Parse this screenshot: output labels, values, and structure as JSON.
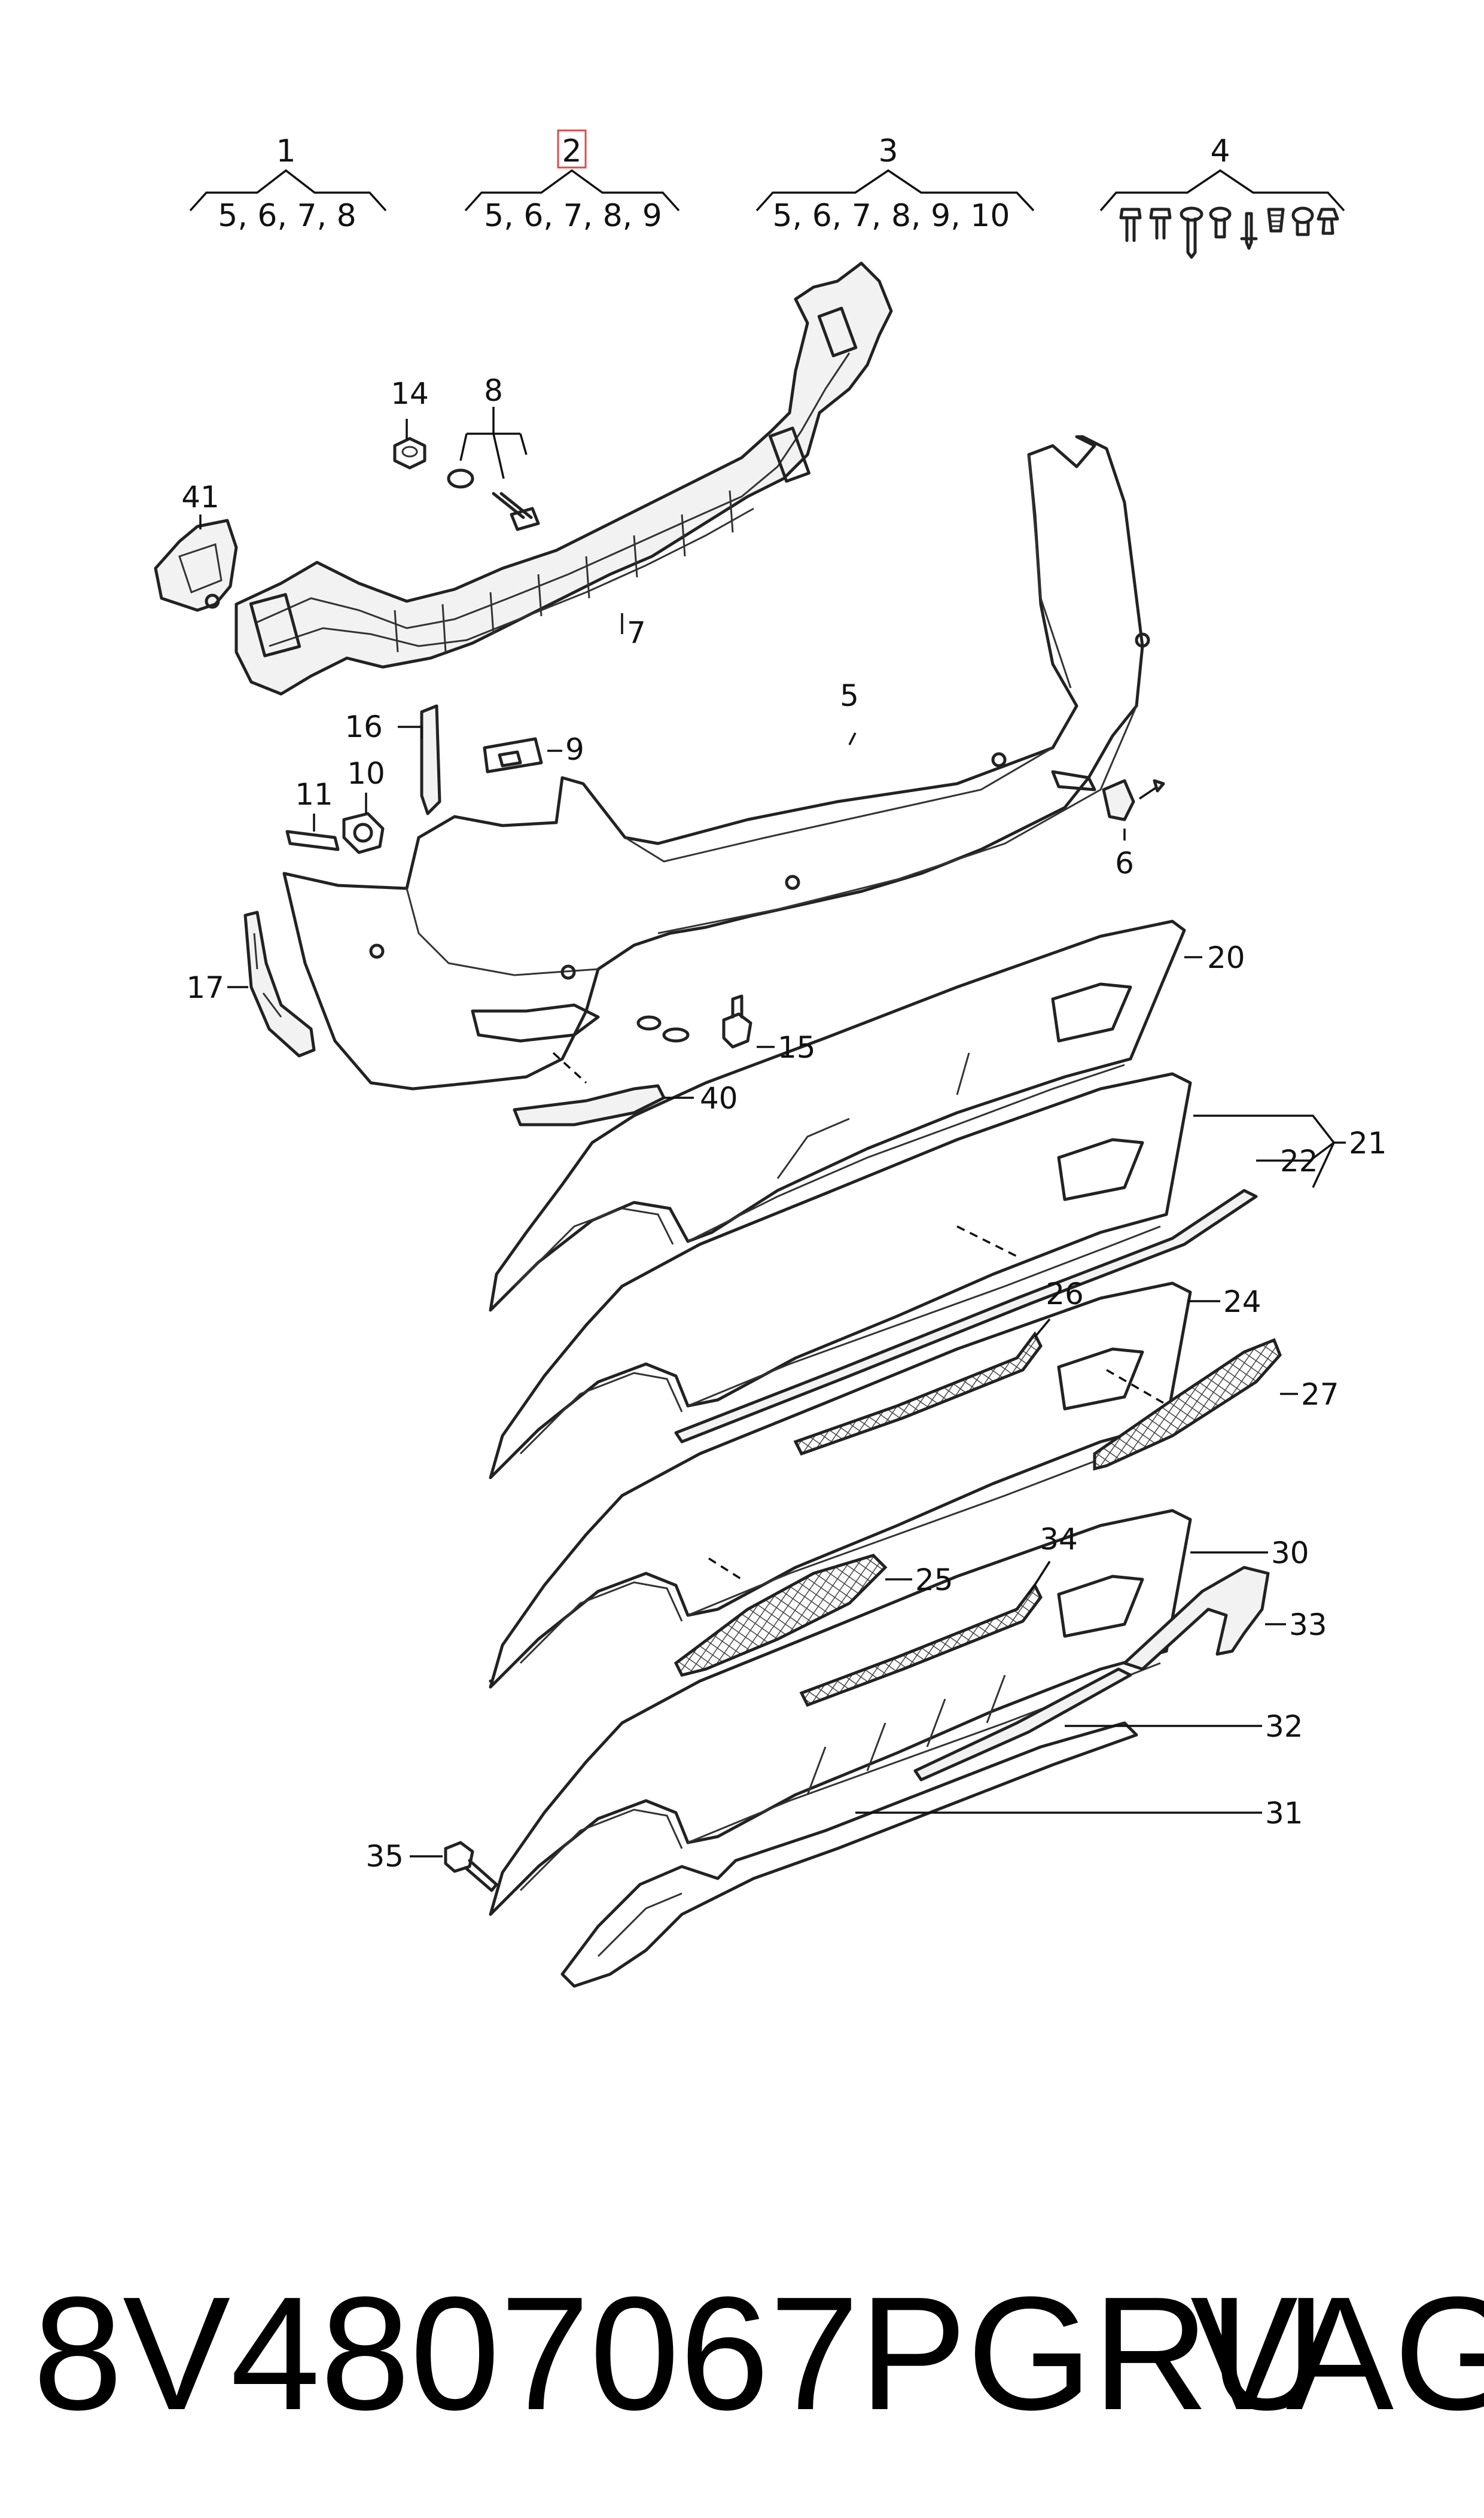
{
  "groups": [
    {
      "number": "1",
      "items": "5, 6, 7, 8"
    },
    {
      "number": "2",
      "items": "5, 6, 7, 8, 9"
    },
    {
      "number": "3",
      "items": "5, 6, 7, 8, 9, 10"
    },
    {
      "number": "4",
      "items": ""
    }
  ],
  "callouts": {
    "c5": "5",
    "c6": "6",
    "c7": "7",
    "c8": "8",
    "c9": "9",
    "c10": "10",
    "c11": "11",
    "c14": "14",
    "c15": "15",
    "c16": "16",
    "c17": "17",
    "c20": "20",
    "c21": "21",
    "c22": "22",
    "c24": "24",
    "c25": "25",
    "c26": "26",
    "c27": "27",
    "c30": "30",
    "c31": "31",
    "c32": "32",
    "c33": "33",
    "c34": "34",
    "c35": "35",
    "c40": "40",
    "c41": "41"
  },
  "highlight_color": "#e04a4a",
  "footer": {
    "part_number": "8V4807067PGRU",
    "brand": "VAG"
  }
}
